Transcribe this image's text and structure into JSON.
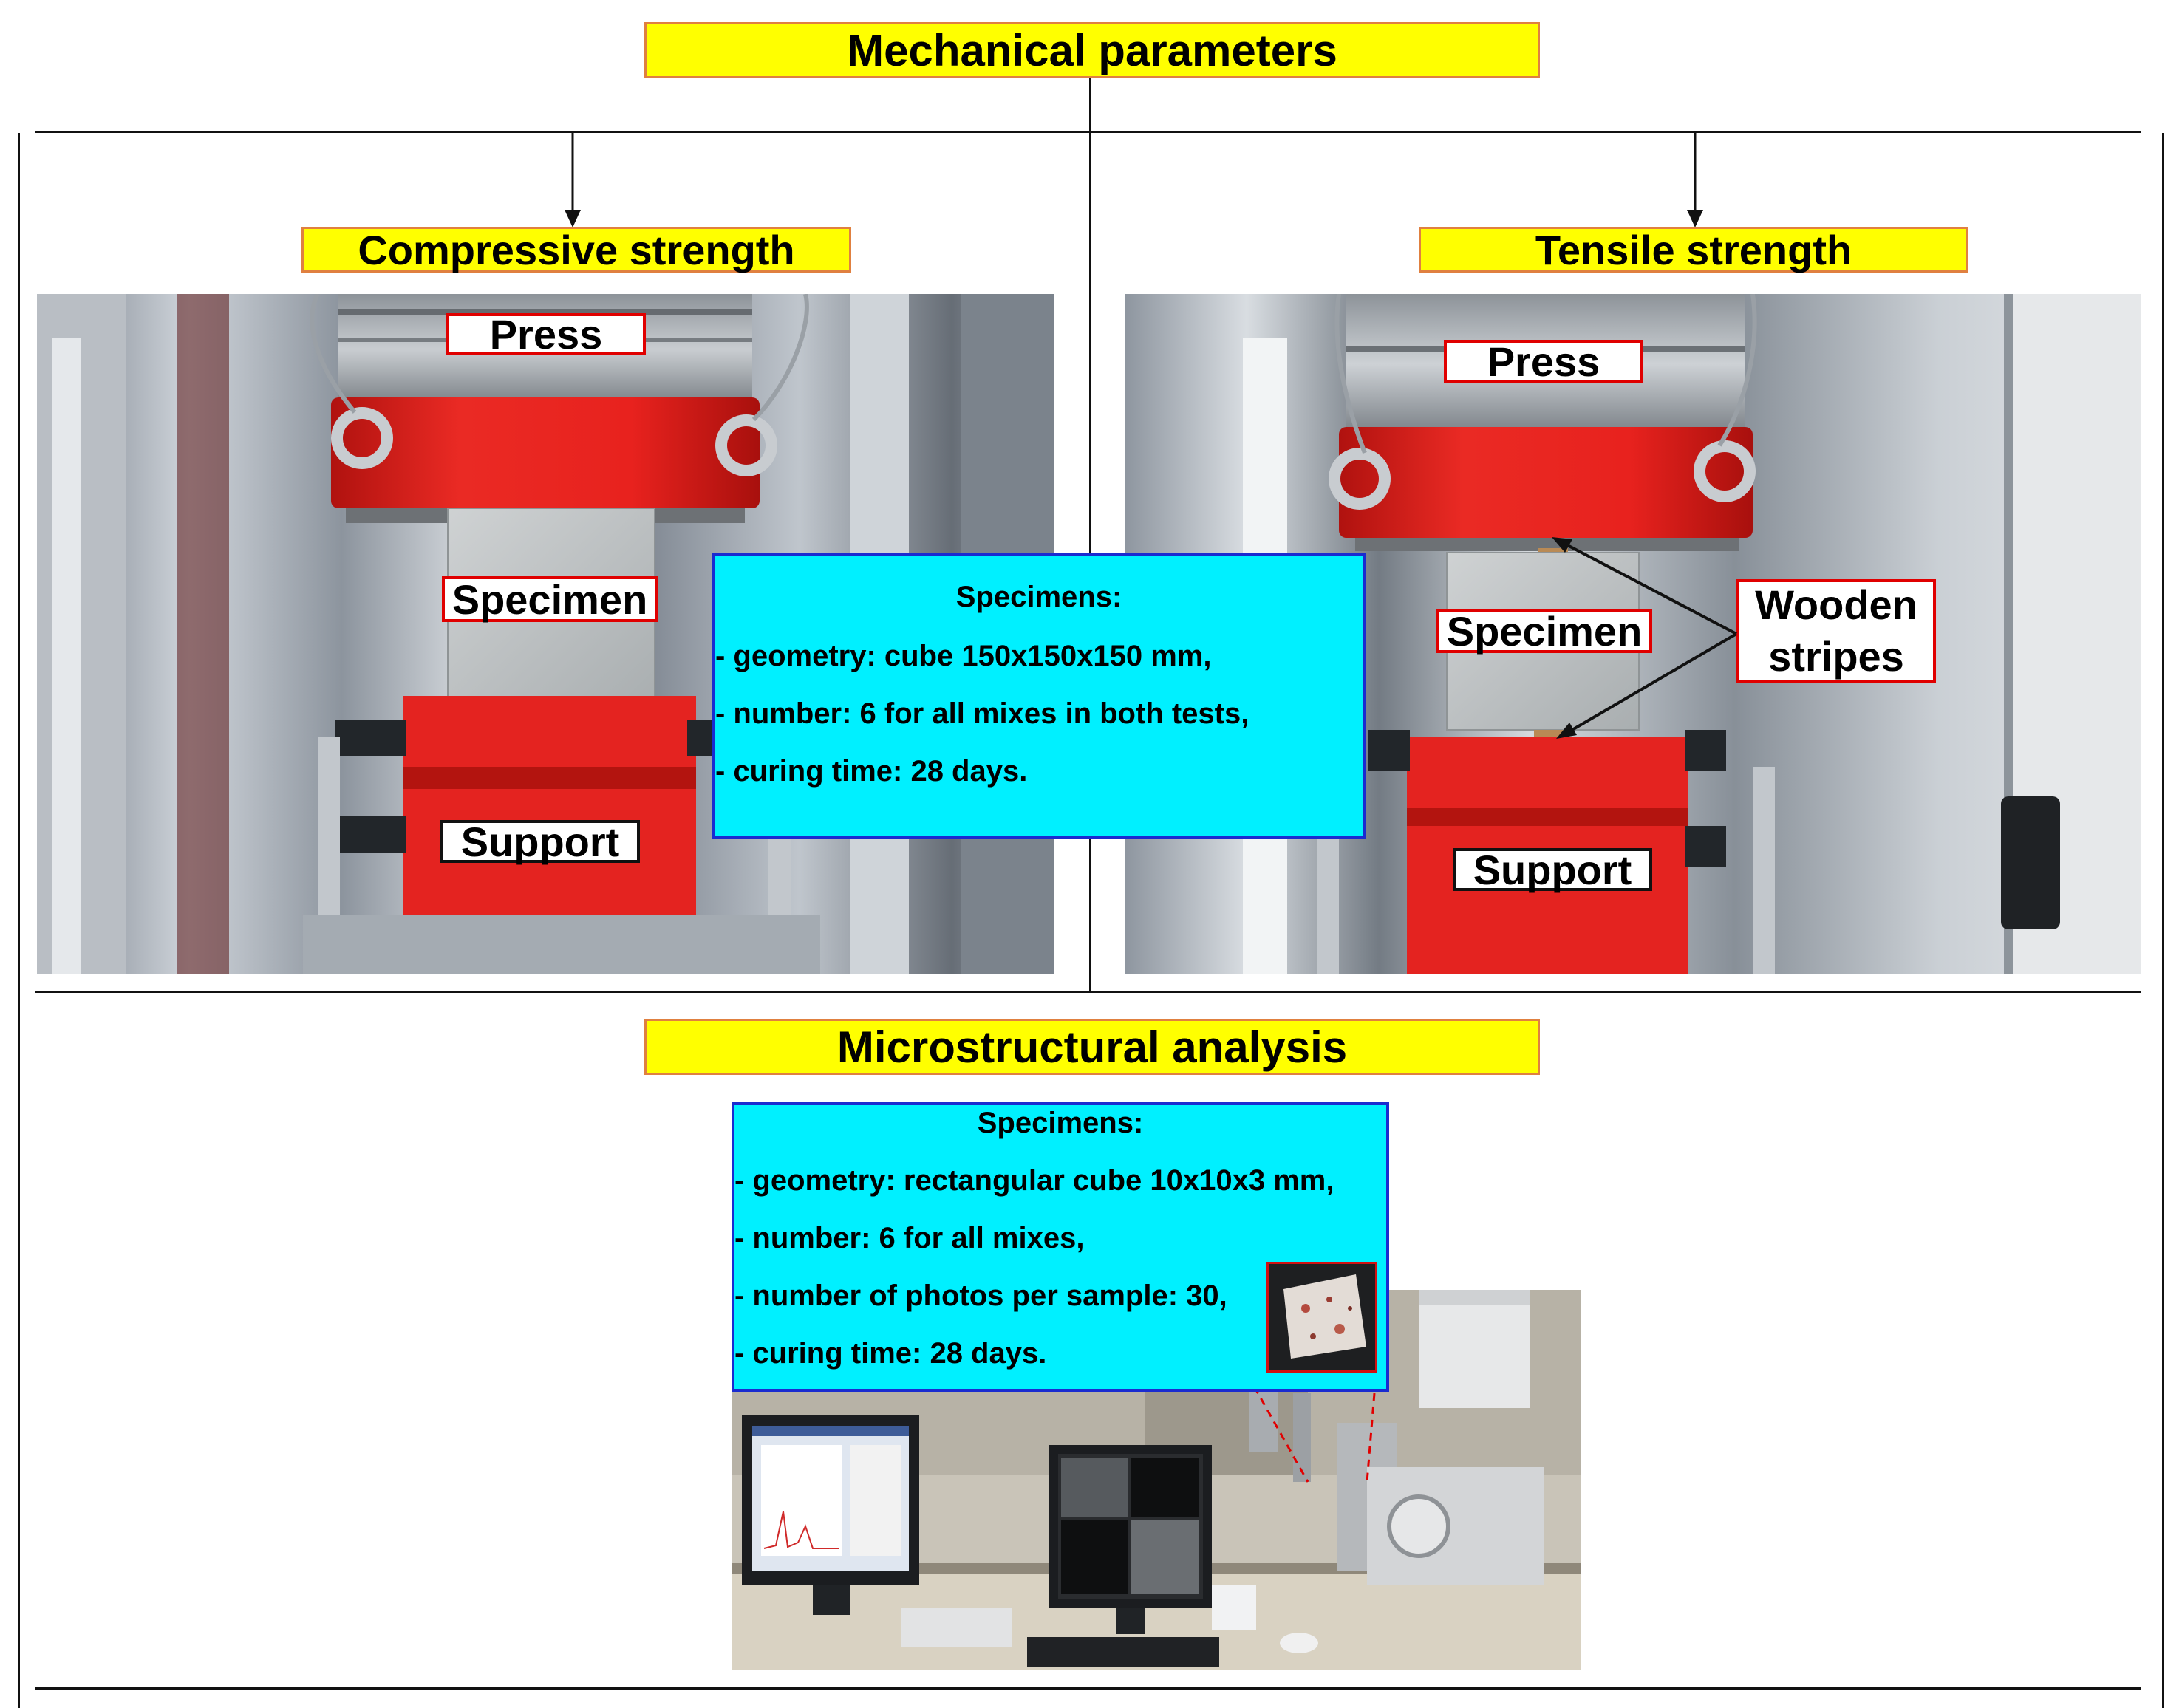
{
  "title": "Mechanical parameters",
  "mechanical": {
    "compressive": {
      "heading": "Compressive strength",
      "photo_alt": "compressive-test-photo",
      "labels": {
        "press": "Press",
        "specimen": "Specimen",
        "support": "Support"
      }
    },
    "tensile": {
      "heading": "Tensile strength",
      "photo_alt": "tensile-test-photo",
      "labels": {
        "press": "Press",
        "specimen": "Specimen",
        "support": "Support",
        "wooden_stripes_line1": "Wooden",
        "wooden_stripes_line2": "stripes"
      }
    },
    "specimens_box": {
      "heading": "Specimens:",
      "lines": [
        "- geometry: cube 150x150x150 mm,",
        "- number: 6 for all mixes in both tests,",
        "- curing time: 28 days."
      ]
    }
  },
  "microstructural": {
    "heading": "Microstructural analysis",
    "specimens_box": {
      "heading": "Specimens:",
      "lines": [
        "- geometry: rectangular cube 10x10x3 mm,",
        "- number: 6 for all mixes,",
        "- number of photos per sample: 30,",
        "- curing time: 28 days."
      ]
    }
  },
  "colors": {
    "heading_fill": "#ffff00",
    "info_box_fill": "#00f0ff",
    "label_border": "#e00000",
    "press_red": "#e8221e"
  }
}
